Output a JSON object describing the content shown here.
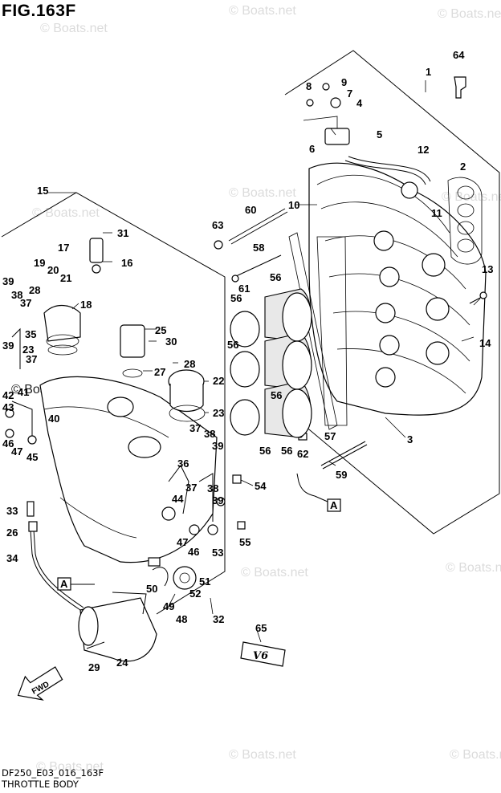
{
  "header": {
    "title": "FIG.163F"
  },
  "footer": {
    "code": "DF250_E03_016_163F",
    "caption": "THROTTLE BODY"
  },
  "watermark": {
    "text": "© Boats.net"
  },
  "stamps": {
    "fwd": "FWD",
    "ref_a": "A",
    "v6_badge": "V6"
  },
  "callouts": [
    "1",
    "2",
    "3",
    "4",
    "5",
    "6",
    "7",
    "8",
    "9",
    "10",
    "11",
    "12",
    "13",
    "14",
    "15",
    "16",
    "17",
    "18",
    "19",
    "20",
    "21",
    "22",
    "23",
    "24",
    "25",
    "26",
    "27",
    "28",
    "29",
    "30",
    "31",
    "32",
    "33",
    "34",
    "35",
    "36",
    "37",
    "38",
    "39",
    "40",
    "41",
    "42",
    "43",
    "44",
    "45",
    "46",
    "47",
    "48",
    "49",
    "50",
    "51",
    "52",
    "53",
    "54",
    "55",
    "56",
    "57",
    "58",
    "59",
    "60",
    "61",
    "62",
    "63",
    "64",
    "65"
  ]
}
